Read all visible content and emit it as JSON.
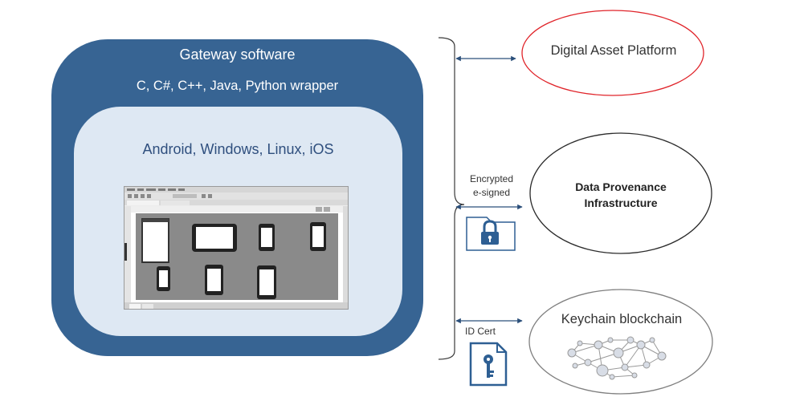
{
  "gateway": {
    "title": "Gateway software",
    "languages": "C, C#, C++, Java, Python wrapper"
  },
  "platforms": {
    "title": "Android, Windows, Linux, iOS"
  },
  "nodes": {
    "digital_asset_platform": "Digital Asset Platform",
    "data_provenance_line1": "Data Provenance",
    "data_provenance_line2": "Infrastructure",
    "keychain_blockchain": "Keychain blockchain"
  },
  "connections": {
    "encrypted_line1": "Encrypted",
    "encrypted_line2": "e-signed",
    "id_cert": "ID Cert"
  },
  "icons": {
    "encrypted": "locked-folder-icon",
    "id_cert": "key-document-icon",
    "keychain": "network-graph-icon"
  },
  "colors": {
    "outer_box": "#376493",
    "inner_box": "#dee8f3",
    "dap_border": "#e0242a",
    "dpi_border": "#2b2b2b",
    "keychain_border": "#7f7f7f",
    "icon_blue": "#2e5f93"
  }
}
